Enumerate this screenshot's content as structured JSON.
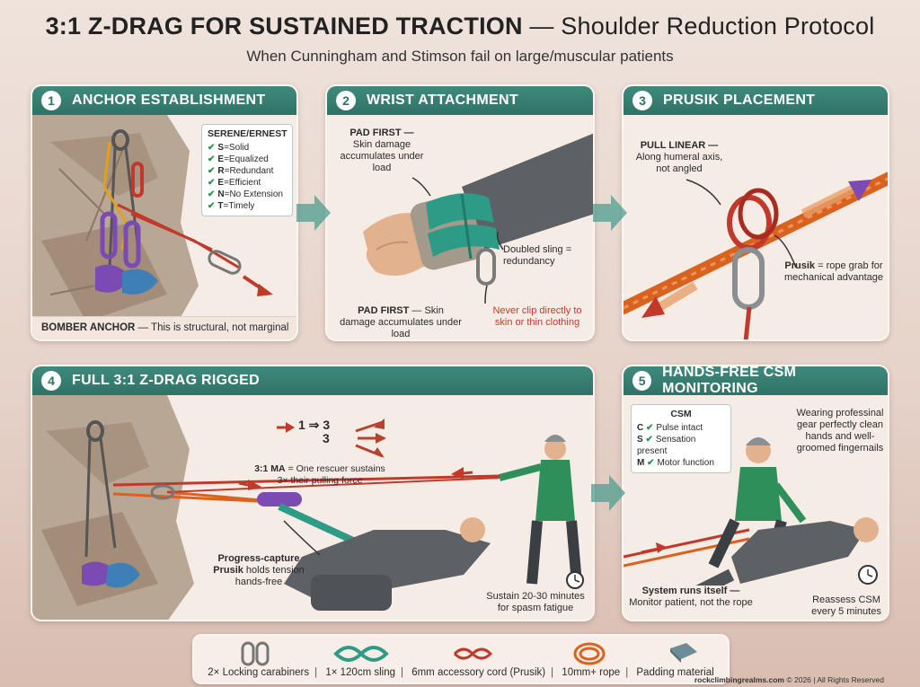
{
  "header": {
    "title_bold": "3:1 Z-DRAG FOR SUSTAINED TRACTION",
    "title_dash": " — ",
    "title_rest": "Shoulder Reduction Protocol",
    "subtitle": "When Cunningham and Stimson fail on large/muscular patients"
  },
  "panels": [
    {
      "number": "1",
      "title": "ANCHOR ESTABLISHMENT",
      "serene": {
        "heading": "SERENE/ERNEST",
        "items": [
          {
            "letter": "S",
            "text": "=Solid"
          },
          {
            "letter": "E",
            "text": "=Equalized"
          },
          {
            "letter": "R",
            "text": "=Redundant"
          },
          {
            "letter": "E",
            "text": "=Efficient"
          },
          {
            "letter": "N",
            "text": "=No Extension"
          },
          {
            "letter": "T",
            "text": "=Timely"
          }
        ]
      },
      "note_bold": "BOMBER ANCHOR",
      "note_rest": " — This is structural, not marginal"
    },
    {
      "number": "2",
      "title": "WRIST ATTACHMENT",
      "pad_first_top_bold": "PAD FIRST —",
      "pad_first_top_rest": "Skin damage accumulates under load",
      "doubled_sling": "Doubled sling = redundancy",
      "pad_first_bottom_bold": "PAD FIRST",
      "pad_first_bottom_rest": " — Skin damage accumulates under load",
      "never_clip": "Never clip directly to skin or thin clothing"
    },
    {
      "number": "3",
      "title": "PRUSIK PLACEMENT",
      "pull_linear_bold": "PULL LINEAR —",
      "pull_linear_rest": "Along humeral axis, not angled",
      "prusik_bold": "Prusik",
      "prusik_rest": " = rope grab for mechanical advantage"
    },
    {
      "number": "4",
      "title": "FULL 3:1 Z-DRAG RIGGED",
      "ratio_a": "1",
      "ratio_b": "3",
      "ratio_c": "3",
      "ma_bold": "3:1 MA",
      "ma_rest": " = One rescuer sustains 3× their pulling force",
      "progress_capture_line1": "Progress-capture",
      "progress_capture_bold": "Prusik",
      "progress_capture_rest": " holds tension hands-free",
      "sustain": "Sustain 20-30 minutes for spasm fatigue"
    },
    {
      "number": "5",
      "title": "HANDS-FREE CSM MONITORING",
      "csm": {
        "heading": "CSM",
        "items": [
          {
            "letter": "C",
            "text": "Pulse intact"
          },
          {
            "letter": "S",
            "text": "Sensation present"
          },
          {
            "letter": "M",
            "text": "Motor function"
          }
        ]
      },
      "wearing": "Wearing professinal gear perfectly clean hands and well-groomed fingernails",
      "system_runs_bold": "System runs itself —",
      "system_runs_rest": "Monitor patient, not the rope",
      "reassess": "Reassess CSM every 5 minutes"
    }
  ],
  "equipment": [
    {
      "icon": "carabiner-icon",
      "label": "2× Locking carabiners"
    },
    {
      "icon": "sling-icon",
      "label": "1× 120cm sling"
    },
    {
      "icon": "accessory-cord-icon",
      "label": "6mm accessory cord (Prusik)"
    },
    {
      "icon": "rope-coil-icon",
      "label": "10mm+ rope"
    },
    {
      "icon": "padding-icon",
      "label": "Padding material"
    }
  ],
  "footer": {
    "site": "rockclimbingrealms.com",
    "rest": " © 2026 | All Rights Reserved"
  },
  "colors": {
    "teal": "#2f7266",
    "rope_orange": "#d9621e",
    "rope_red": "#c0392b",
    "carabiner_purple": "#7b4bb3",
    "carabiner_blue": "#3f7fb8"
  }
}
